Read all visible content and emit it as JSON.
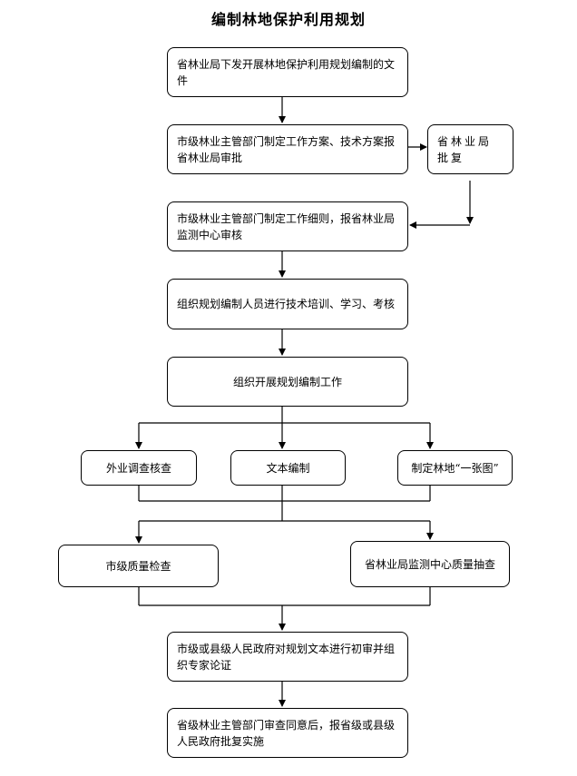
{
  "title": "编制林地保护利用规划",
  "steps": {
    "s1": "省林业局下发开展林地保护利用规划编制的文件",
    "s2": "市级林业主管部门制定工作方案、技术方案报省林业局审批",
    "s2_side": "省林业局批复",
    "s3": "市级林业主管部门制定工作细则，报省林业局监测中心审核",
    "s4": "组织规划编制人员进行技术培训、学习、考核",
    "s5": "组织开展规划编制工作",
    "s6a": "外业调查核查",
    "s6b": "文本编制",
    "s6c": "制定林地“一张图”",
    "s7a": "市级质量检查",
    "s7b": "省林业局监测中心质量抽查",
    "s8": "市级或县级人民政府对规划文本进行初审并组织专家论证",
    "s9": "省级林业主管部门审查同意后，报省级或县级人民政府批复实施"
  }
}
